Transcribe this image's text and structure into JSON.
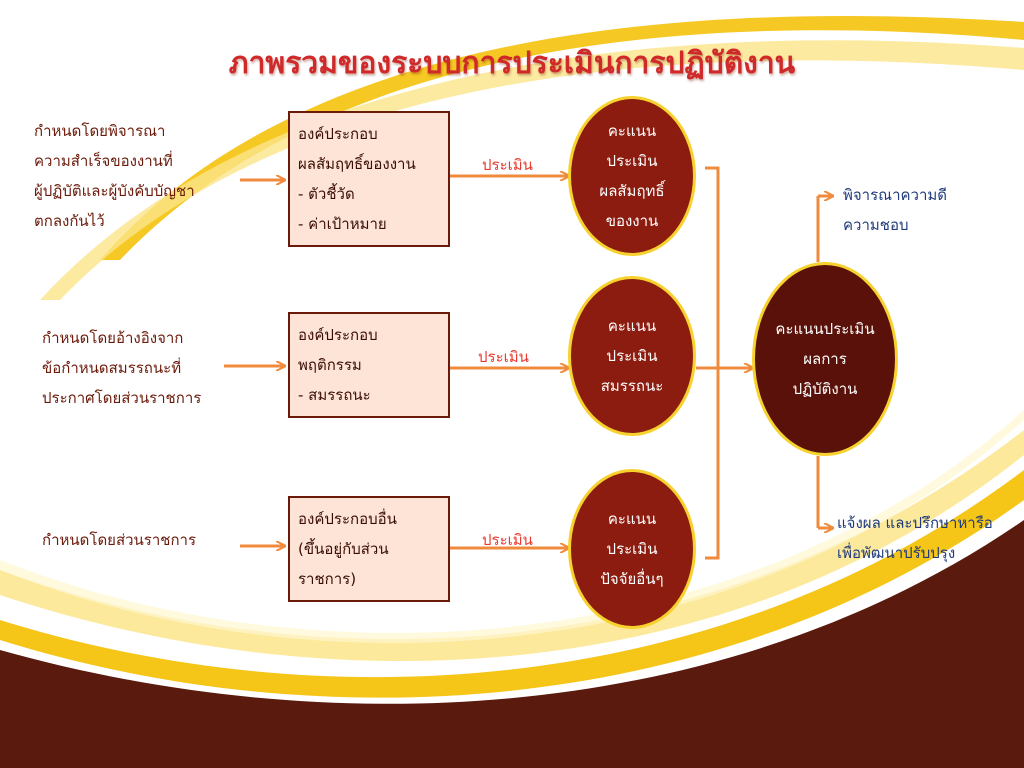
{
  "title": "ภาพรวมของระบบการประเมินการปฏิบัติงาน",
  "rows": [
    {
      "source": "กำหนดโดยพิจารณา\nความสำเร็จของงานที่\nผู้ปฏิบัติและผู้บังคับบัญชา\nตกลงกันไว้",
      "component": [
        "องค์ประกอบ",
        "ผลสัมฤทธิ์ของงาน",
        "- ตัวชี้วัด",
        "- ค่าเป้าหมาย"
      ],
      "edge": "ประเมิน",
      "score": [
        "คะแนน",
        "ประเมิน",
        "ผลสัมฤทธิ์",
        "ของงาน"
      ]
    },
    {
      "source": "กำหนดโดยอ้างอิงจาก\nข้อกำหนดสมรรถนะที่\nประกาศโดยส่วนราชการ",
      "component": [
        "องค์ประกอบ",
        "พฤติกรรม",
        "- สมรรถนะ"
      ],
      "edge": "ประเมิน",
      "score": [
        "คะแนน",
        "ประเมิน",
        "สมรรถนะ"
      ]
    },
    {
      "source": "กำหนดโดยส่วนราชการ",
      "component": [
        "องค์ประกอบอื่น",
        "(ขึ้นอยู่กับส่วน",
        "ราชการ)"
      ],
      "edge": "ประเมิน",
      "score": [
        "คะแนน",
        "ประเมิน",
        "ปัจจัยอื่นๆ"
      ]
    }
  ],
  "result": [
    "คะแนนประเมิน",
    "ผลการ",
    "ปฏิบัติงาน"
  ],
  "outputs": [
    "พิจารณาความดี\nความชอบ",
    "แจ้งผล และปรึกษาหารือ\nเพื่อพัฒนาปรับปรุง"
  ],
  "colors": {
    "arrow": "#f08a3c",
    "title": "#d0292a",
    "oval_fill": "#8c1c0f",
    "oval_border": "#f7d22e",
    "result_fill": "#5a1109",
    "box_fill": "#fde4d6",
    "source_text": "#6b1a0a",
    "output_text": "#1f3b7a",
    "edge_label": "#e8392d",
    "band_dark": "#5a1a0d",
    "band_gold": "#f5c518"
  }
}
